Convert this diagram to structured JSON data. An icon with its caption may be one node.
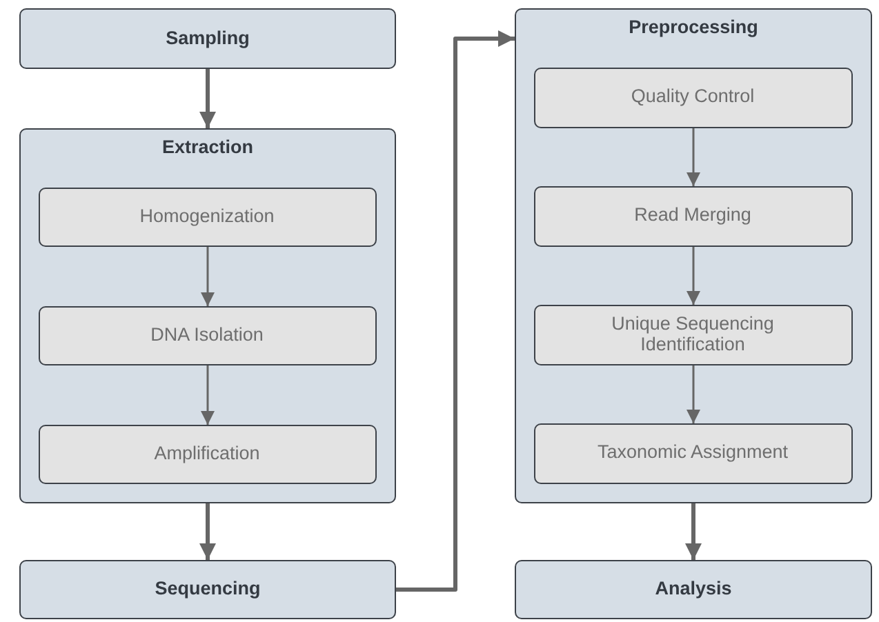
{
  "diagram": {
    "nodes": [
      {
        "text": [
          "Sampling"
        ]
      },
      {
        "text": [
          "Extraction"
        ]
      },
      {
        "text": [
          "Homogenization"
        ],
        "in": 1
      },
      {
        "text": [
          "DNA Isolation"
        ],
        "in": 1
      },
      {
        "text": [
          "Amplification"
        ],
        "in": 1
      },
      {
        "text": [
          "Sequencing"
        ]
      },
      {
        "text": [
          "Preprocessing"
        ]
      },
      {
        "text": [
          "Quality Control"
        ],
        "in": 6
      },
      {
        "text": [
          "Read Merging"
        ],
        "in": 6
      },
      {
        "text": [
          "Unique Sequencing Identification"
        ],
        "in": 6
      },
      {
        "text": [
          "Taxonomic Assignment"
        ],
        "in": 6
      },
      {
        "text": [
          "Analysis"
        ]
      }
    ],
    "edges": [
      {
        "from": 0,
        "to": 1,
        "arrow": "to",
        "style": "thick"
      },
      {
        "from": 2,
        "to": 3,
        "arrow": "to"
      },
      {
        "from": 3,
        "to": 4,
        "arrow": "to"
      },
      {
        "from": 1,
        "to": 5,
        "arrow": "to",
        "style": "thick"
      },
      {
        "from": 5,
        "to": 6,
        "arrow": "to",
        "style": "thick"
      },
      {
        "from": 7,
        "to": 8,
        "arrow": "to"
      },
      {
        "from": 8,
        "to": 9,
        "arrow": "to"
      },
      {
        "from": 9,
        "to": 10,
        "arrow": "to"
      },
      {
        "from": 6,
        "to": 11,
        "arrow": "to",
        "style": "thick"
      }
    ]
  }
}
